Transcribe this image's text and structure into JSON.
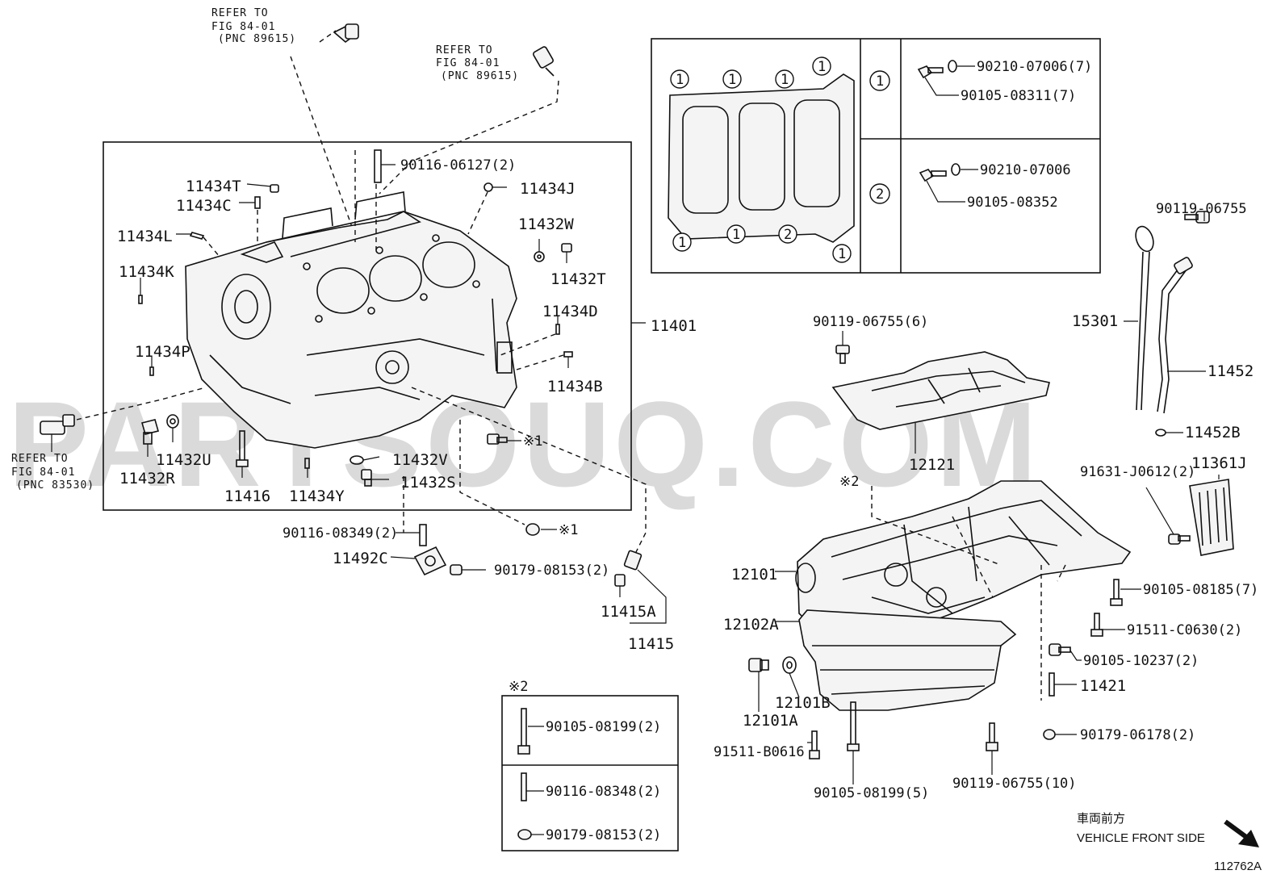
{
  "watermark": "PARTSOUQ.COM",
  "refer_notes": [
    {
      "line1": "REFER TO",
      "line2": "FIG 84-01",
      "line3": "(PNC 89615)"
    },
    {
      "line1": "REFER TO",
      "line2": "FIG 84-01",
      "line3": "(PNC 89615)"
    },
    {
      "line1": "REFER TO",
      "line2": "FIG 84-01",
      "line3": "(PNC 83530)"
    }
  ],
  "block_parts": {
    "p11434T": "11434T",
    "p11434C": "11434C",
    "p11434L": "11434L",
    "p11434K": "11434K",
    "p11434P": "11434P",
    "p11432U": "11432U",
    "p11432R": "11432R",
    "p11416": "11416",
    "p11434Y": "11434Y",
    "p11432V": "11432V",
    "p11432S": "11432S",
    "p90116_06127": "90116-06127(2)",
    "p11434J": "11434J",
    "p11432W": "11432W",
    "p11432T": "11432T",
    "p11434D": "11434D",
    "p11434B": "11434B",
    "p11401": "11401",
    "mark1a": "※1",
    "mark1b": "※1"
  },
  "lower_left_parts": {
    "p90116_08349": "90116-08349(2)",
    "p11492C": "11492C",
    "p90179_08153": "90179-08153(2)",
    "p11415A": "11415A",
    "p11415": "11415"
  },
  "gasket_box": {
    "circle_label_1": "1",
    "circle_label_2": "2",
    "row1_part_a": "90210-07006(7)",
    "row1_part_b": "90105-08311(7)",
    "row2_part_a": "90210-07006",
    "row2_part_b": "90105-08352"
  },
  "pan_parts": {
    "p90119_06755_6": "90119-06755(6)",
    "p12121": "12121",
    "mark2": "※2",
    "p12101": "12101",
    "p12102A": "12102A",
    "p12101A": "12101A",
    "p12101B": "12101B",
    "p91511_B0616": "91511-B0616",
    "p90105_08199_5": "90105-08199(5)",
    "p90119_06755_10": "90119-06755(10)",
    "p90179_06178": "90179-06178(2)",
    "p11421": "11421",
    "p90105_10237": "90105-10237(2)",
    "p91511_C0630": "91511-C0630(2)",
    "p90105_08185": "90105-08185(7)"
  },
  "dipstick_parts": {
    "p90119_06755": "90119-06755",
    "p15301": "15301",
    "p11452": "11452",
    "p11452B": "11452B",
    "p11361J": "11361J",
    "p91631_J0612": "91631-J0612(2)"
  },
  "note2_box": {
    "title": "※2",
    "item1": "90105-08199(2)",
    "item2": "90116-08348(2)",
    "item3": "90179-08153(2)"
  },
  "direction": {
    "jp": "車両前方",
    "en": "VEHICLE FRONT SIDE"
  },
  "figure_id": "112762A"
}
